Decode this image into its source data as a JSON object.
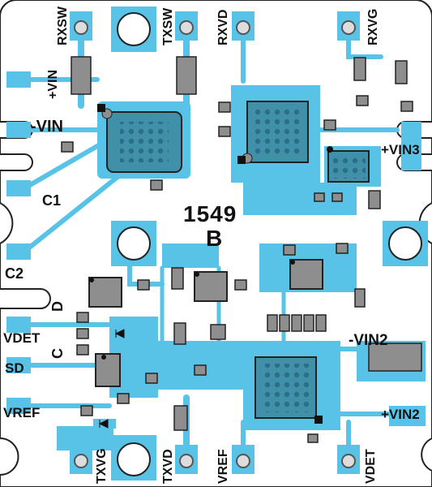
{
  "board": {
    "part_number": "1549",
    "revision": "B",
    "colors": {
      "copper": "#59c3e7",
      "soldermask": "#ffffff",
      "ic_body": "#3f90a8",
      "component": "#8e8e8e",
      "outline": "#222222",
      "silk": "#111111"
    }
  },
  "labels": {
    "rxsw": "RXSW",
    "txsw": "TXSW",
    "rxvd": "RXVD",
    "rxvg": "RXVG",
    "plus_vin": "+VIN",
    "minus_vin": "-VIN",
    "plus_vin3": "+VIN3",
    "c1": "C1",
    "c2": "C2",
    "d": "D",
    "c": "C",
    "vdet_left": "VDET",
    "sd": "SD",
    "vref_left": "VREF",
    "minus_vin2": "-VIN2",
    "plus_vin2": "+VIN2",
    "txvg": "TXVG",
    "txvd": "TXVD",
    "vref_bottom": "VREF",
    "vdet_bottom": "VDET"
  },
  "icons": [
    "test-point-icon",
    "mounting-hole-icon",
    "diode-icon",
    "pin1-marker-icon"
  ]
}
